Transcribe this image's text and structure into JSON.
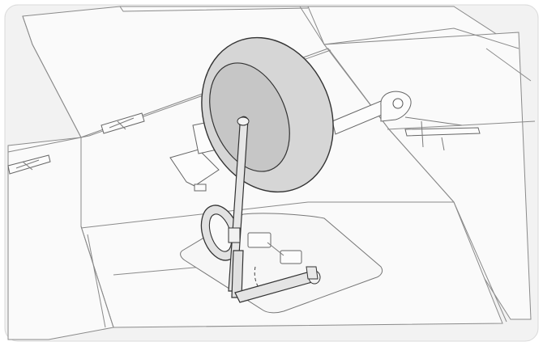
{
  "colors": {
    "frame_background": "#f2f2f2",
    "line": "#8a8a8a",
    "dish_outer": "#d6d6d6",
    "dish_inner": "#c6c6c6",
    "mast": "#e4e4e4",
    "outline": "#333333"
  },
  "icons": {
    "dish": "satellite-dish",
    "mast": "support-arm",
    "coil": "cable-loop",
    "mount": "mounting-plate",
    "bracket": "hinge-bracket"
  }
}
